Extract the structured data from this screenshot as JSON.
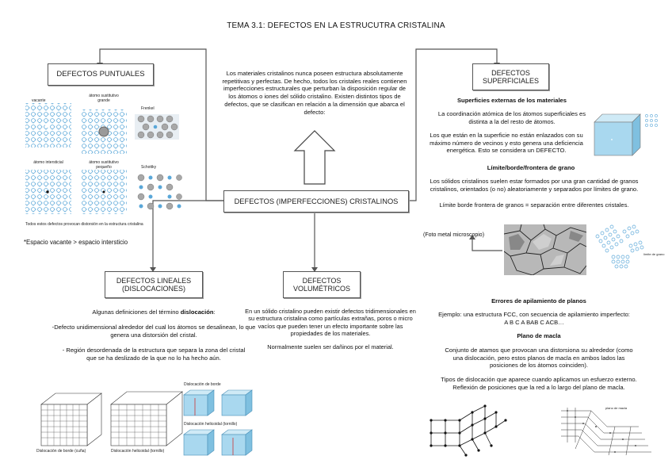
{
  "title": "TEMA 3.1: DEFECTOS EN LA ESTRUCUTRA CRISTALINA",
  "center": {
    "label": "DEFECTOS (IMPERFECCIONES) CRISTALINOS",
    "intro": "Los materiales cristalinos nunca poseen estructura absolutamente repetitivas y perfectas. De hecho, todos los cristales reales contienen imperfecciones estructurales que perturban la disposición regular de los átomos o iones del sólido cristalino. Existen distintos tipos de defectos, que se clasifican en relación a la dimensión que abarca el defecto:"
  },
  "puntuales": {
    "label": "DEFECTOS PUNTUALES",
    "fig_labels": [
      "vacante",
      "átomo sustitutivo grande",
      "Frenkel",
      "átomo intersticial",
      "átomo sustitutivo pequeño",
      "Schottky"
    ],
    "fig_caption": "Todos estos defectos provocan distorsión en la estructura cristalina",
    "note": "*Espacio vacante > espacio intersticio"
  },
  "lineales": {
    "label": "DEFECTOS LINEALES (DISLOCACIONES)",
    "intro": "Algunas definiciones del término dislocación:",
    "def1": "-Defecto unidimensional alrededor del cual los átomos se desalinean, lo que genera una distorsión del cristal.",
    "def2": "- Región desordenada de la estructura que separa la zona del cristal que se ha deslizado de la que no lo ha hecho aún.",
    "fig_labels": [
      "Dislocación de borde (cuña)",
      "Dislocación helicoidal (tornillo)",
      "Dislocación de borde",
      "Dislocación helicoidal (tornillo)"
    ]
  },
  "volumetricos": {
    "label": "DEFECTOS VOLUMÉTRICOS",
    "text1": "En un sólido cristalino pueden existir defectos tridimensionales en su estructura cristalina como partículas extrañas, poros o micro vacíos que pueden tener un efecto importante sobre las propiedades de los materiales.",
    "text2": "Normalmente suelen ser dañinos por el material."
  },
  "superficiales": {
    "label": "DEFECTOS SUPERFICIALES",
    "h1": "Superficies externas de los materiales",
    "p1": "La coordinación atómica de los átomos superficiales es distinta a la del resto de átomos.",
    "p2": "Los que están en la superficie no están enlazados con su máximo número de vecinos y esto genera una deficiencia energética. Esto se considera un DEFECTO.",
    "h2": "Límite/borde/frontera de grano",
    "p3": "Los sólidos cristalinos suelen estar formados por una gran cantidad de granos cristalinos, orientados (o no) aleatoriamente y separados por límites de grano.",
    "p4": "Límite borde frontera de granos = separación entre diferentes cristales.",
    "photo_label": "(Foto metal microscopio)",
    "grain_caption": "límite de grano",
    "h3": "Errores de apilamiento de planos",
    "p5": "Ejemplo: una estructura FCC, con secuencia de apilamiento imperfecto:",
    "p5b": "A B C A BAB C ACB…",
    "h4": "Plano de macla",
    "p6": "Conjunto de atamos que provocan una distorsiona su alrededor (como una dislocación, pero estos planos de macla en ambos lados las posiciones de los átomos coinciden).",
    "p7": "Tipos de dislocación que aparece cuando aplicamos un esfuerzo externo. Reflexión de posiciones que la red a lo largo del plano de macla.",
    "macla_caption": "plano de macla"
  },
  "colors": {
    "atom_blue": "#5aa7d8",
    "atom_grey": "#9a9a9a",
    "cube_blue": "#a9d8ef",
    "line": "#555555"
  }
}
